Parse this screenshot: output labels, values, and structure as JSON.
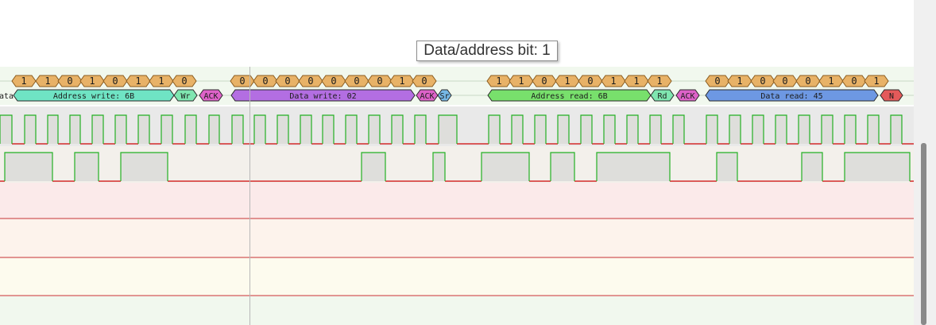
{
  "tooltip": {
    "text": "Data/address bit: 1"
  },
  "colors": {
    "annotation_bg": "#f1f8ee",
    "bit_fill": "#e8b267",
    "address_write": "#6fe4c4",
    "data_write": "#b36ee2",
    "address_read": "#78e06c",
    "data_read": "#6d98e3",
    "ack": "#dd62c8",
    "nack": "#e45a5a",
    "repeated_start": "#76b8e6",
    "wr_rd": "#7fe6b0",
    "scl_band": "#e8e8e8",
    "sda_band": "#f2efea",
    "wave_high": "#23b023",
    "wave_low": "#d42a2a"
  },
  "bits_row": [
    {
      "label": "1"
    },
    {
      "label": "1"
    },
    {
      "label": "0"
    },
    {
      "label": "1"
    },
    {
      "label": "0"
    },
    {
      "label": "1"
    },
    {
      "label": "1"
    },
    {
      "label": "0"
    },
    {
      "label": "0"
    },
    {
      "label": "0"
    },
    {
      "label": "0"
    },
    {
      "label": "0"
    },
    {
      "label": "0"
    },
    {
      "label": "0"
    },
    {
      "label": "0"
    },
    {
      "label": "1"
    },
    {
      "label": "0"
    },
    {
      "label": "1"
    },
    {
      "label": "1"
    },
    {
      "label": "0"
    },
    {
      "label": "1"
    },
    {
      "label": "0"
    },
    {
      "label": "1"
    },
    {
      "label": "1"
    },
    {
      "label": "1"
    },
    {
      "label": "0"
    },
    {
      "label": "1"
    },
    {
      "label": "0"
    },
    {
      "label": "0"
    },
    {
      "label": "0"
    },
    {
      "label": "1"
    },
    {
      "label": "0"
    },
    {
      "label": "1"
    }
  ],
  "annotations_row": [
    {
      "label": "Data",
      "kind": "cut"
    },
    {
      "label": "Address write: 6B",
      "kind": "address_write"
    },
    {
      "label": "Wr",
      "kind": "wr_rd"
    },
    {
      "label": "ACK",
      "kind": "ack"
    },
    {
      "label": "Data write: 02",
      "kind": "data_write"
    },
    {
      "label": "ACK",
      "kind": "ack"
    },
    {
      "label": "Sr",
      "kind": "repeated_start"
    },
    {
      "label": "Address read: 6B",
      "kind": "address_read"
    },
    {
      "label": "Rd",
      "kind": "wr_rd"
    },
    {
      "label": "ACK",
      "kind": "ack"
    },
    {
      "label": "Data read: 45",
      "kind": "data_read"
    },
    {
      "label": "N",
      "kind": "nack"
    }
  ]
}
